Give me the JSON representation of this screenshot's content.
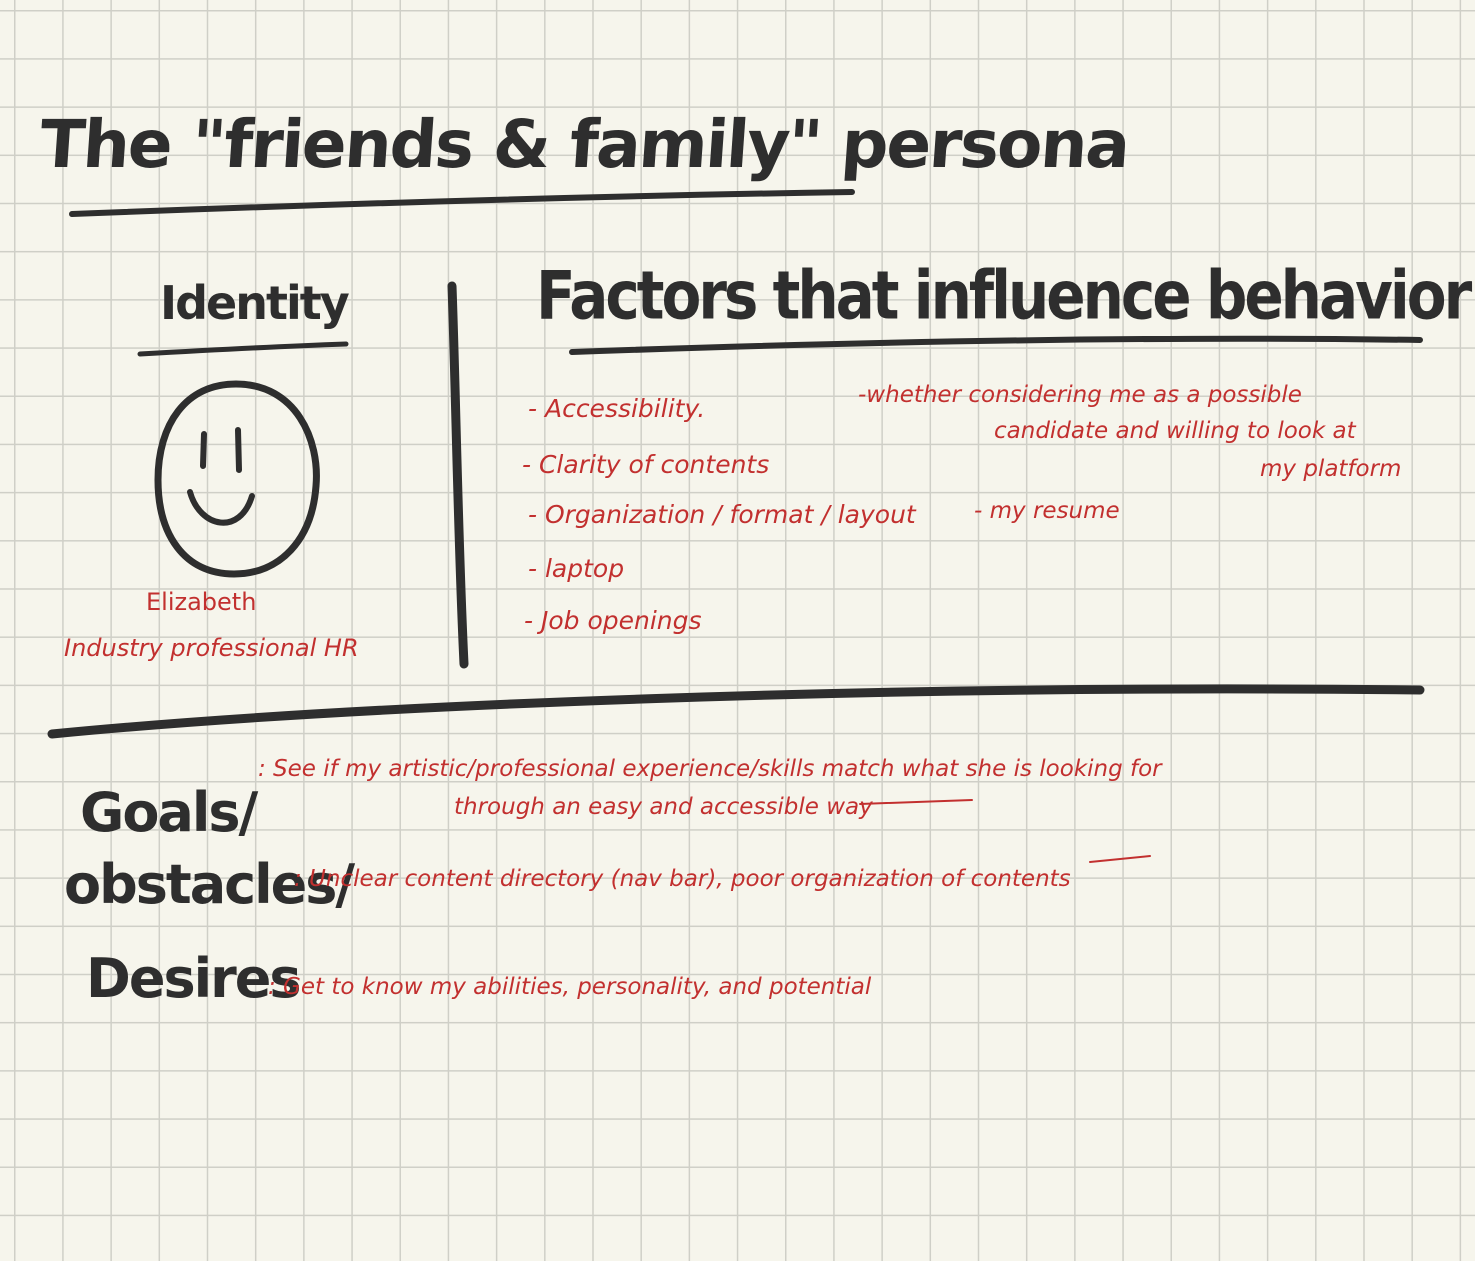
{
  "title": "The \"friends & family\" persona",
  "identity": {
    "heading": "Identity",
    "avatar_icon": "smiley-face-icon",
    "name": "Elizabeth",
    "role": "Industry professional HR"
  },
  "factors": {
    "heading": "Factors that influence behavior",
    "items": [
      "- Accessibility.",
      "- Clarity of contents",
      "- Organization / format / layout",
      "- laptop",
      "- Job openings"
    ],
    "notes": [
      {
        "lines": [
          "-whether considering me as a possible",
          "candidate and willing to look at",
          "my platform"
        ]
      },
      {
        "lines": [
          "- my resume"
        ]
      }
    ]
  },
  "goals_desires": {
    "labels": [
      "Goals/",
      "obstacles/",
      "Desires"
    ],
    "goal_lines": [
      ": See if my artistic/professional experience/skills match what she is looking for",
      "through an easy and accessible way"
    ],
    "obstacle": ": Unclear content directory (nav bar), poor organization of contents",
    "desire": ": Get to know my abilities, personality, and potential"
  },
  "colors": {
    "paper": "#f6f5ec",
    "grid": "#cfcfc7",
    "black_ink": "#2e2e2e",
    "red_ink": "#c2302f"
  }
}
